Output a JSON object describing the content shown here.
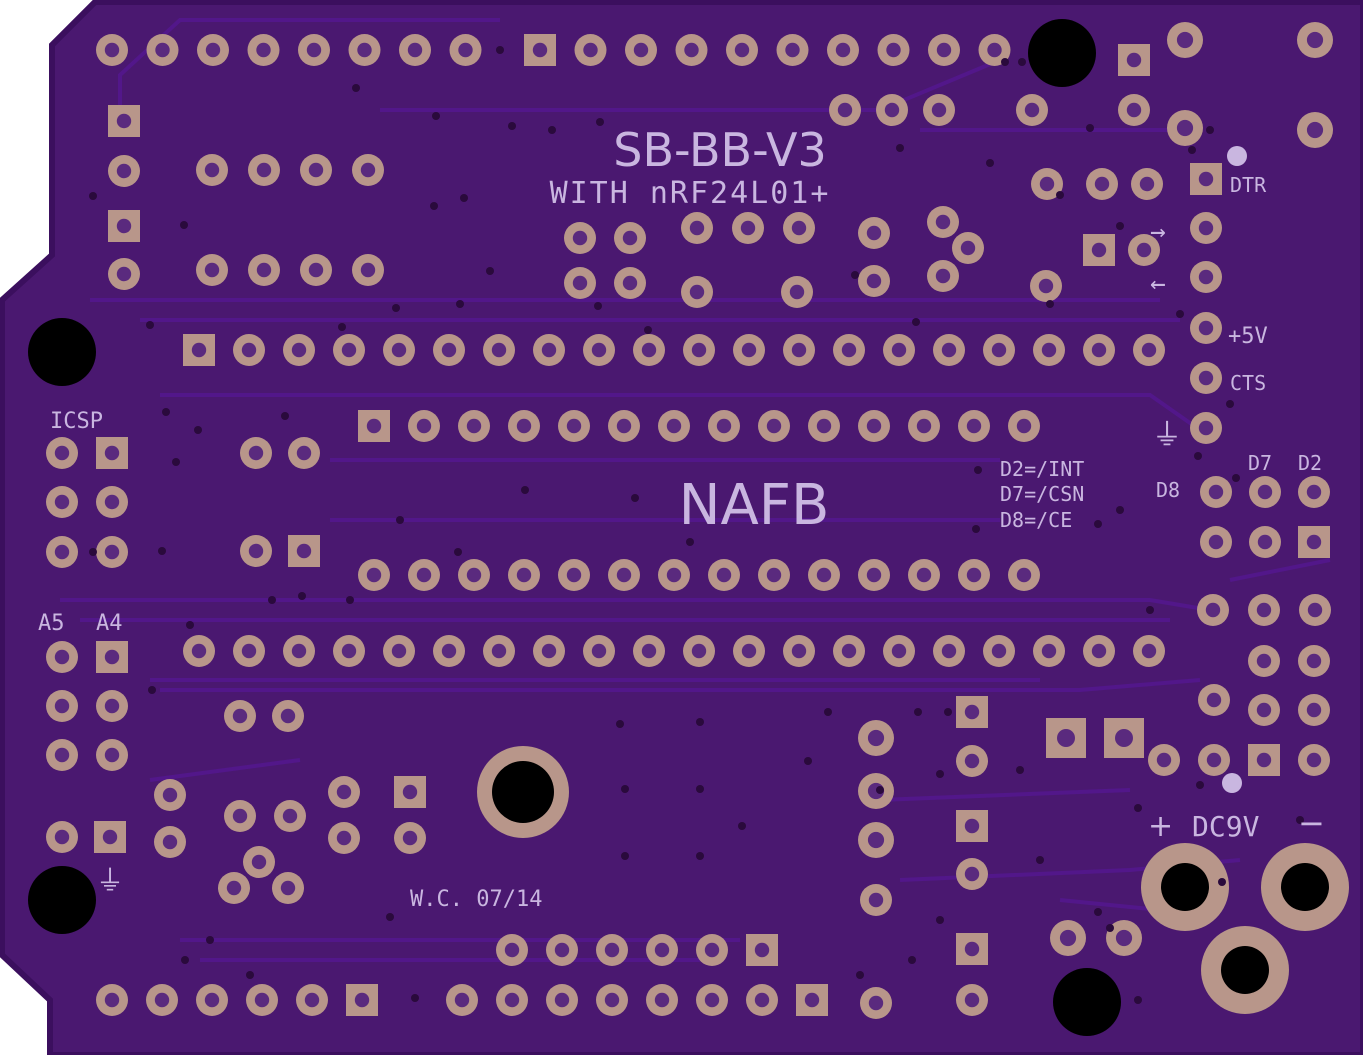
{
  "board": {
    "colors": {
      "substrate": "#4a1870",
      "edge": "#3b0f5e",
      "silk": "#c9b6e0",
      "copper": "#b8968a",
      "hole": "#000000"
    },
    "title": "SB-BB-V3",
    "subtitle": "WITH nRF24L01+",
    "center_label": "NAFB",
    "credit": "W.C.  07/14"
  },
  "labels": {
    "icsp": "ICSP",
    "a5": "A5",
    "a4": "A4",
    "dtr": "DTR",
    "plus5v": "+5V",
    "cts": "CTS",
    "d7": "D7",
    "d2": "D2",
    "d8": "D8",
    "map_d2": "D2=/INT",
    "map_d7": "D7=/CSN",
    "map_d8": "D8=/CE",
    "dc_plus": "+",
    "dc": "DC9V",
    "dc_minus": "−",
    "arrow_tx": "→",
    "arrow_rx": "←",
    "ground_symbol": "⏚"
  }
}
